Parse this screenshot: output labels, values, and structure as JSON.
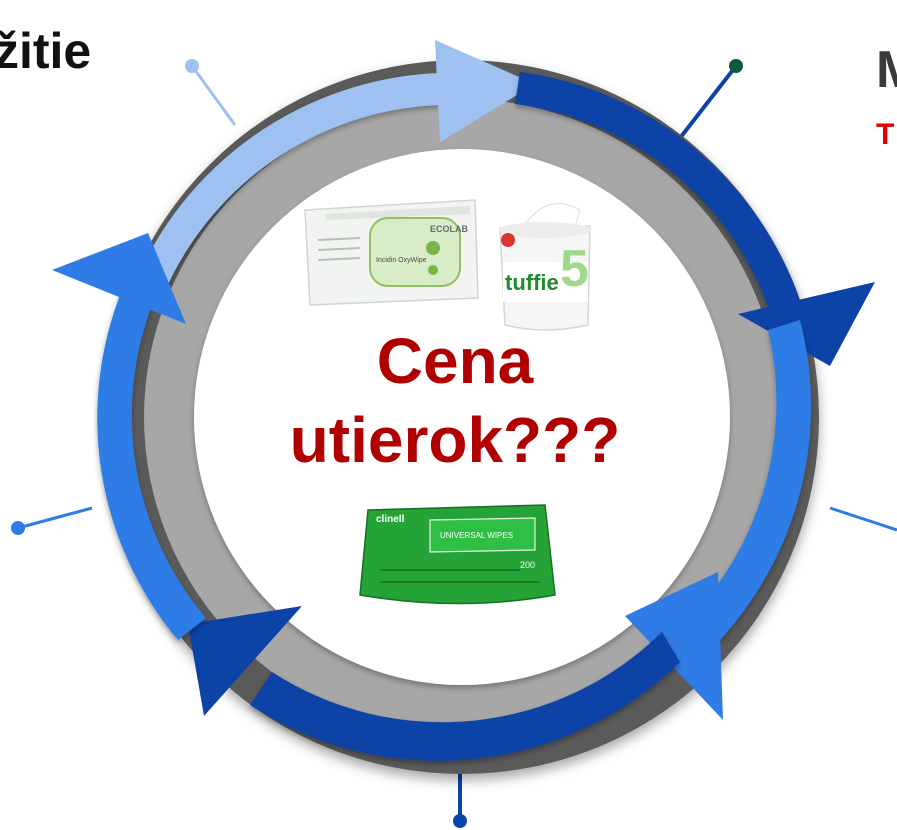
{
  "left_label": "žitie",
  "right_label": "M",
  "right_sublabel": "T",
  "center": {
    "line1": "Cena",
    "line2": "utierok???"
  },
  "products": [
    {
      "name": "ecolab-wipes-pack",
      "brand_text": "ECOLAB",
      "product_text": "Incidin OxyWipe"
    },
    {
      "name": "tuffie-canister",
      "brand_text": "tuffie",
      "badge_text": "5"
    },
    {
      "name": "clinell-wipes-pack",
      "brand_text": "clinell",
      "product_text": "UNIVERSAL WIPES",
      "count_text": "200"
    }
  ],
  "colors": {
    "light_blue_arrow": "#9ec1f2",
    "dark_blue_arrow": "#0c43a6",
    "mid_blue_arrow": "#2f7ce6",
    "gray_ring": "#a7a7a7",
    "center_text": "#b00000",
    "accent_red": "#e00000"
  }
}
